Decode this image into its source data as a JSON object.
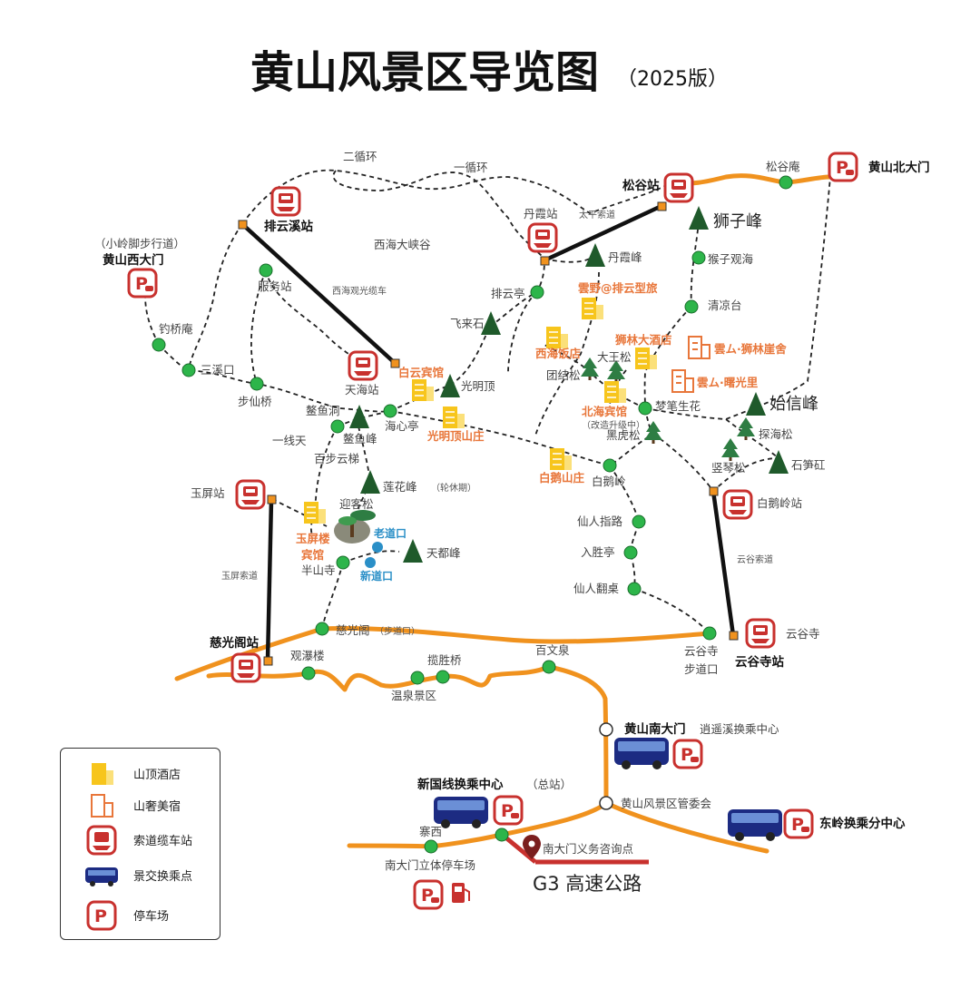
{
  "title": "黄山风景区导览图",
  "subtitle": "（2025版）",
  "cableways": {
    "paiyunxi": "排云溪站",
    "xihai_cable": "西海观光缆车",
    "tianhai": "天海站",
    "danxia": "丹霞站",
    "taiping": "太平索道",
    "songgu": "松谷站",
    "yuping": "玉屏站",
    "yuping_cable": "玉屏索道",
    "ciguangge": "慈光阁站",
    "baieling": "白鹅岭站",
    "yungu_cable": "云谷索道",
    "yungusi_station": "云谷寺站"
  },
  "spots": {
    "erxunhuan": "二循环",
    "yixunhuan": "一循环",
    "xihaidaxiagu": "西海大峡谷",
    "fuwuzhan": "服务站",
    "diaoqiaoan": "钓桥庵",
    "sanxikou": "三溪口",
    "buxianqiao": "步仙桥",
    "aoyudong": "鳌鱼洞",
    "aoyufeng": "鳌鱼峰",
    "haixinting": "海心亭",
    "yixiantian": "一线天",
    "baibuyunti": "百步云梯",
    "lianhuafeng": "莲花峰",
    "lunxiuqi": "（轮休期）",
    "yingkesong": "迎客松",
    "laodaokou": "老道口",
    "xindaokou": "新道口",
    "tiandufeng": "天都峰",
    "banshansi": "半山寺",
    "ciguangge": "慈光阁",
    "budaokou": "（步道口）",
    "feilaishi": "飞来石",
    "paiyunting": "排云亭",
    "guangmingding": "光明顶",
    "danxiafeng": "丹霞峰",
    "houziguanhai": "猴子观海",
    "qingliangtai": "清凉台",
    "shizifeng": "狮子峰",
    "songguan": "松谷庵",
    "datuansong": "团结松",
    "dawangsong": "大王松",
    "mengbishenghua": "梦笔生花",
    "heihusong": "黑虎松",
    "shixinfeng": "始信峰",
    "tanhaisong": "探海松",
    "shisungang": "石笋矼",
    "shuqinsong": "竖琴松",
    "baieling": "白鹅岭",
    "xianrenzhilu": "仙人指路",
    "rushengting": "入胜亭",
    "xianrenfanzhuo": "仙人翻桌",
    "yungusi": "云谷寺",
    "yungusi_trail": "云谷寺",
    "yungusi_trail2": "步道口",
    "guanpulou": "观瀑楼",
    "lanshengqiao": "揽胜桥",
    "wenquan": "温泉景区",
    "baiwenquan": "百文泉"
  },
  "hotels": {
    "yunye": "雲野@排云型旅",
    "xihai": "西海饭店",
    "shilin": "狮林大酒店",
    "baiyun": "白云宾馆",
    "guangmingding": "光明顶山庄",
    "beihai": "北海宾馆",
    "beihai_note": "（改造升级中）",
    "baie": "白鹅山庄",
    "yuping1": "玉屏楼",
    "yuping2": "宾馆",
    "yunshe_shilin": "雲ム·狮林崖舍",
    "yunshe_shuguang": "雲ム·曙光里"
  },
  "gates": {
    "west_note": "（小岭脚步行道）",
    "west": "黄山西大门",
    "north": "黄山北大门",
    "south": "黄山南大门",
    "xiaoyaoxi": "逍遥溪换乘中心",
    "guanweihui": "黄山风景区管委会",
    "xinguoxian": "新国线换乘中心",
    "xinguoxian_note": "（总站）",
    "dongling": "东岭换乘分中心",
    "saixi": "寨西",
    "parking": "南大门立体停车场",
    "info": "南大门义务咨询点",
    "highway": "G3 高速公路"
  },
  "legend": [
    {
      "icon": "summit-hotel-icon",
      "label": "山顶酒店"
    },
    {
      "icon": "boutique-inn-icon",
      "label": "山奢美宿"
    },
    {
      "icon": "cable-station-icon",
      "label": "索道缆车站"
    },
    {
      "icon": "bus-icon",
      "label": "景交换乘点"
    },
    {
      "icon": "parking-icon",
      "label": "停车场"
    }
  ],
  "colors": {
    "road": "#f0921e",
    "green_node": "#2db54a",
    "cable": "#111111",
    "red": "#c8312e",
    "hotel_yellow": "#f7c51c",
    "tree": "#1f5a2b",
    "bus": "#1c2b82"
  }
}
